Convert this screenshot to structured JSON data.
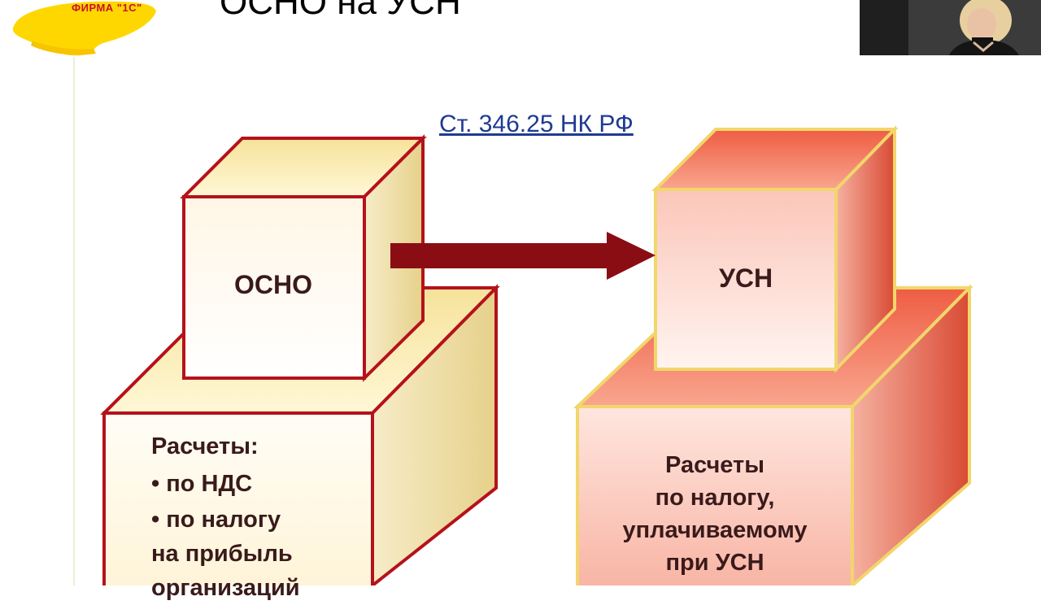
{
  "logo": {
    "text": "ФИРМА \"1С\""
  },
  "slide": {
    "title": "ОСНО на УСН"
  },
  "link": {
    "text": "Ст. 346.25 НК РФ"
  },
  "osno_box": {
    "label": "ОСНО",
    "heading": "Расчеты:",
    "item1": "• по НДС",
    "item2_line1": "• по налогу",
    "item2_line2": "на прибыль",
    "item2_line3": "организаций"
  },
  "usn_box": {
    "label": "УСН",
    "line1": "Расчеты",
    "line2": "по налогу,",
    "line3": "уплачиваемому",
    "line4": "при УСН"
  },
  "colors": {
    "osno_stroke": "#b5121b",
    "usn_stroke": "#f2d66b",
    "arrow": "#8b0d14",
    "link": "#1f3a93",
    "logo_yellow": "#ffd700"
  },
  "icons": {
    "arrow": "right-arrow-icon",
    "webcam": "presenter-webcam"
  }
}
